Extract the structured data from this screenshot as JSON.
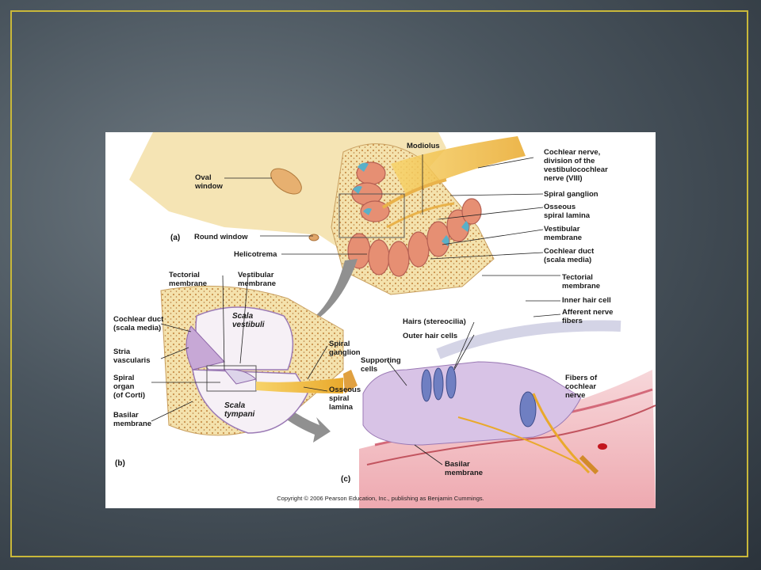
{
  "panels": {
    "a": "(a)",
    "b": "(b)",
    "c": "(c)"
  },
  "labels_a": {
    "modiolus": "Modiolus",
    "cochlear_nerve": "Cochlear nerve,\ndivision of the\nvestibulocochlear\nnerve (VIII)",
    "oval_window": "Oval\nwindow",
    "spiral_ganglion": "Spiral ganglion",
    "osseous_spiral_lamina": "Osseous\nspiral lamina",
    "vestibular_membrane": "Vestibular\nmembrane",
    "round_window": "Round window",
    "helicotrema": "Helicotrema",
    "cochlear_duct": "Cochlear duct\n(scala media)"
  },
  "labels_b": {
    "tectorial_membrane": "Tectorial\nmembrane",
    "vestibular_membrane": "Vestibular\nmembrane",
    "cochlear_duct": "Cochlear duct\n(scala media)",
    "scala_vestibuli": "Scala\nvestibuli",
    "stria_vascularis": "Stria\nvascularis",
    "spiral_ganglion": "Spiral\nganglion",
    "spiral_organ": "Spiral\norgan\n(of Corti)",
    "osseous_spiral_lamina": "Osseous\nspiral\nlamina",
    "scala_tympani": "Scala\ntympani",
    "basilar_membrane": "Basilar\nmembrane"
  },
  "labels_c": {
    "tectorial_membrane": "Tectorial\nmembrane",
    "inner_hair_cell": "Inner hair cell",
    "afferent_nerve_fibers": "Afferent nerve\nfibers",
    "hairs": "Hairs (stereocilia)",
    "outer_hair_cells": "Outer hair cells",
    "supporting_cells": "Supporting\ncells",
    "fibers_cochlear_nerve": "Fibers of\ncochlear\nnerve",
    "basilar_membrane": "Basilar\nmembrane"
  },
  "copyright": "Copyright © 2006 Pearson Education, Inc., publishing as Benjamin Cummings.",
  "colors": {
    "bone": "#f3dfa6",
    "canal": "#e89a7e",
    "fluid_blue": "#5ab0c8",
    "nerve": "#f0b840",
    "tissue_pink": "#f4c6c8",
    "membrane_purple": "#b89ad0",
    "arrow_gray": "#8c8c8c",
    "frame": "#c9b83a"
  }
}
